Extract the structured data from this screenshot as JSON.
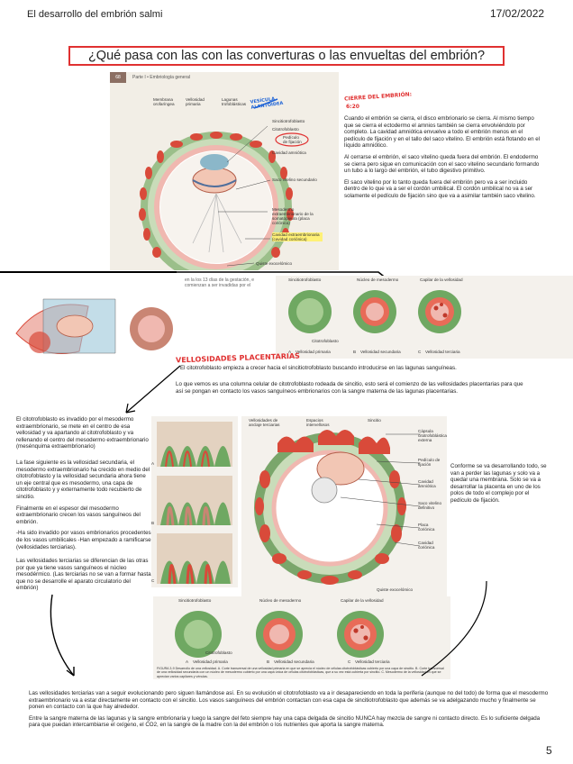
{
  "header": {
    "title": "El desarrollo del embrión salmi",
    "date": "17/02/2022"
  },
  "page_title": "¿Qué pasa con las con las converturas o las envueltas del embrión?",
  "page_number": "5",
  "book_header": {
    "page": "68",
    "part": "Parte I • Embriología general"
  },
  "figure1_labels": [
    "Membrana orofaríngea",
    "Vellosidad primaria",
    "Lagunas trofoblásticas",
    "Sincitiotrofoblasto",
    "Citotrofoblasto",
    "Pedículo de fijación",
    "Cavidad amniótica",
    "Saco vitelino secundario",
    "Mesodermo extraembrionario de la somatopleura (placa coriónica)",
    "Cavidad extraembrionaria (cavidad coriónica)",
    "Quiste exocelómico"
  ],
  "annotations": {
    "blue_note": "VESÍCULA ALANTOIDEA",
    "red_title": "CIERRE DEL EMBRIÓN:",
    "red_time": "6:20",
    "red_section": "VELLOSIDADES PLACENTARIAS"
  },
  "right_notes": [
    "Cuando el embrión se cierra, el disco embrionario se cierra. Al mismo tiempo que se cierra el ectodermo el amnios también se cierra envolviéndolo por completo. La cavidad amniótica envuelve a todo el embrión menos en el pedículo de fijación y en el tallo del saco vitelino. El embrión está flotando en el líquido amniótico.",
    "Al cerrarse el embrión, el saco vitelino queda fuera del embrión. El endodermo se cierra pero sigue en comunicación con el saco vitelino secundario formando un tubo a lo largo del embrión, el tubo digestivo primitivo.",
    "El saco vitelino por lo tanto queda fuera del embrión pero va a ser incluido dentro de lo que va a ser el cordón umbilical. El cordón umbilical no va a ser solamente el pedículo de fijación sino que va a asimilar también saco vitelino."
  ],
  "book_caption": "en la los 13 días de la gestación, e comienzan a ser invadidas por el",
  "villi_top_labels": [
    "Sincitiotrofoblasto",
    "Núcleo de mesodermo",
    "Capilar de la vellosidad",
    "Citotrofoblasto"
  ],
  "villi_types": [
    "Vellosidad primaria",
    "Vellosidad secundaria",
    "Vellosidad terciaria"
  ],
  "villi_letters": [
    "A",
    "B",
    "C"
  ],
  "villi_caption": "FIGURA 3-9 Desarrollo de una vellosidad. A. Corte transversal de una vellosidad primaria en que se aprecia el núcleo de células citotrofoblásticas cubierto por una capa de sincitio. B. Corte transversal de una vellosidad secundaria con un núcleo de mesodermo cubierto por una capa única de células citotrofoblásticas, que a su vez está cubierta por sincitio. C. Mesodermo de la vellosidad en que se aprecian varios capilares y vénulas.",
  "intro": {
    "line1": "El citotrofoblasto empieza a crecer hacia el sincitiotrofoblasto buscando introducirse en las lagunas sanguíneas.",
    "line2": "Lo que vemos es una columna celular de citotrofoblasto rodeada de sincitio, esto será el comienzo de las vellosidades placentarias para que así se pongan en contacto los vasos sanguíneos embrionarios con la sangre materna de las lagunas placentarias."
  },
  "left_notes": [
    "El citotrofoblasto es invadido por el mesodermo extraembrionario, se mete en el centro de esa vellosidad y va apartando al citotrofoblasto y va rellenando el centro del mesodermo extraembrionario (mesénquima extraembrionario)",
    "La fase siguiente es la vellosidad secundaria, el mesodermo extraembrionario ha crecido en medio del citotrofoblasto y la vellosidad secundaria ahora tiene un eje central que es mesodermo, una capa de citotrofoblasto y y externamente todo recubierto de sincitio.",
    "Finalmente en el espesor del mesodermo extraembrionario crecen los vasos sanguíneos del embrión.",
    "-Ha sido invadido por vasos embrionarios procedentes de los vasos umbilicales -Han empezado a ramificarse (vellosidades terciarias).",
    "Las vellosidades terciarias se diferencian de las otras por que ya tiene vasos sanguíneos el núcleo mesodérmico. (Las terciarias no se van a formar hasta que no se desarrolle el aparato circulatorio del embrión)"
  ],
  "right_side_note": "Conforme se va desarrollando todo, se van a perder las lagunas y solo va a quedar una membrana. Solo se va a desarrollar la placenta en uno de los polos de todo el complejo por el pedículo de fijación.",
  "figure2_labels": [
    "Vellosidades de anclaje terciarias",
    "Espacios intervellosos",
    "Sincitio",
    "Cápsula citotrofoblástica externa",
    "Pedículo de fijación",
    "Cavidad amniótica",
    "Saco vitelino definitivo",
    "Placa coriónica",
    "Cavidad coriónica",
    "Quiste exocelómico"
  ],
  "bottom_notes": [
    "Las vellosidades terciarias van a seguir evolucionando pero siguen llamándose así. En su evolución el citotrofoblasto va a ir desapareciendo en toda la periferia (aunque no del todo) de forma que el mesodermo extraembrionario va a estar directamente en contacto con el sincitio. Los vasos sanguíneos del embrión contactan con esa capa de sincitiotrofoblasto que además se va adelgazando mucho y finalmente se ponen en contacto con la que hay alrededor.",
    "Entre la sangre materna de las lagunas y la sangre embrionaria y luego la sangre del feto siempre hay una capa delgada de sincitio NUNCA hay mezcla de sangre ni contacto directo. Es lo suficiente delgada para que puedan intercambiarse el oxígeno, el CO2, en la sangre de la madre con la del embrión o los nutrientes que aporta la sangre materna."
  ],
  "colors": {
    "accent_red": "#e03131",
    "annotation_blue": "#1e63d6",
    "highlight_yellow": "#fff176",
    "highlight_orange": "#ffc285",
    "highlight_pink": "#f6a6d6",
    "highlight_violet": "#d1a6f2",
    "tissue_green": "#7aa66b",
    "tissue_red": "#d94a3a",
    "tissue_pink": "#f0b8b0"
  }
}
